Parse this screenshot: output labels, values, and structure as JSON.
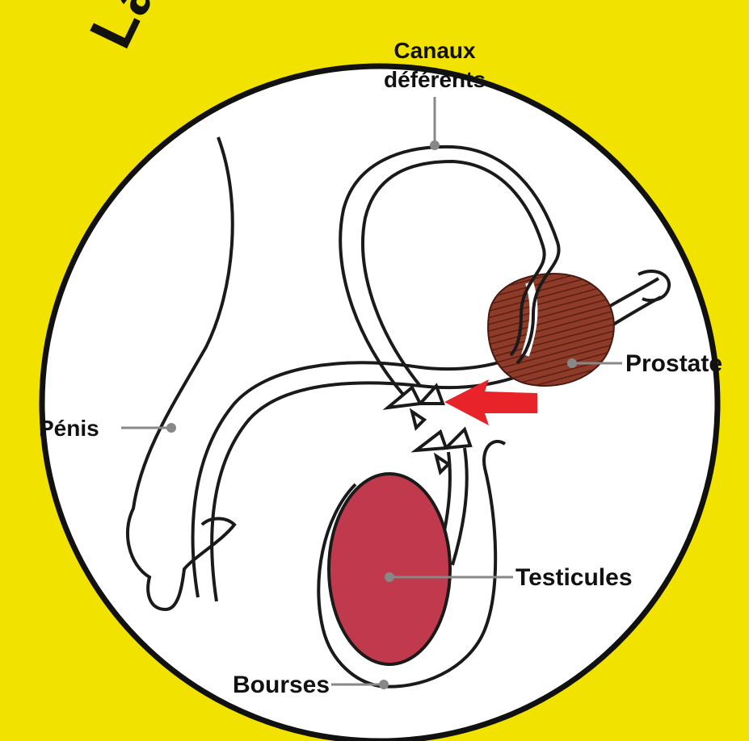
{
  "title_visible": "La        ie",
  "labels": {
    "canaux_line1": "Canaux",
    "canaux_line2": "déférents",
    "prostate": "Prostate",
    "penis": "Pénis",
    "testicules": "Testicules",
    "bourses": "Bourses"
  },
  "colors": {
    "background": "#f2e200",
    "circle_fill": "#ffffff",
    "outline": "#1a1a1a",
    "testicle": "#c0394d",
    "prostate": "#8e3b2a",
    "arrow": "#e8232a",
    "leader": "#888888"
  },
  "icons": {
    "arrow": "red-arrow-pointing-left",
    "ligature": "tied-knot"
  }
}
